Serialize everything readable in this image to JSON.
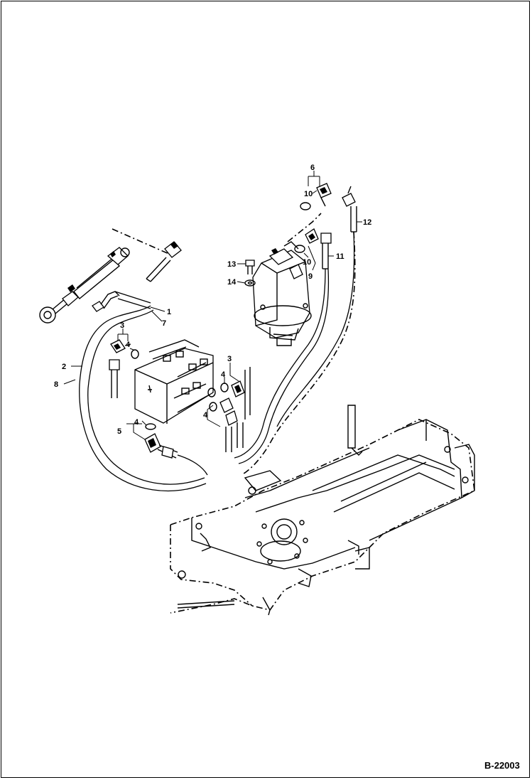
{
  "figure_id": "B-22003",
  "callouts": [
    {
      "id": "c1",
      "text": "1"
    },
    {
      "id": "c2",
      "text": "2"
    },
    {
      "id": "c3a",
      "text": "3"
    },
    {
      "id": "c3b",
      "text": "3"
    },
    {
      "id": "c4a",
      "text": "4"
    },
    {
      "id": "c4b",
      "text": "4"
    },
    {
      "id": "c4c",
      "text": "4"
    },
    {
      "id": "c4d",
      "text": "4"
    },
    {
      "id": "c5",
      "text": "5"
    },
    {
      "id": "c6",
      "text": "6"
    },
    {
      "id": "c7",
      "text": "7"
    },
    {
      "id": "c8",
      "text": "8"
    },
    {
      "id": "c9",
      "text": "9"
    },
    {
      "id": "c10a",
      "text": "10"
    },
    {
      "id": "c10b",
      "text": "10"
    },
    {
      "id": "c11",
      "text": "11"
    },
    {
      "id": "c12",
      "text": "12"
    },
    {
      "id": "c13",
      "text": "13"
    },
    {
      "id": "c14",
      "text": "14"
    }
  ]
}
